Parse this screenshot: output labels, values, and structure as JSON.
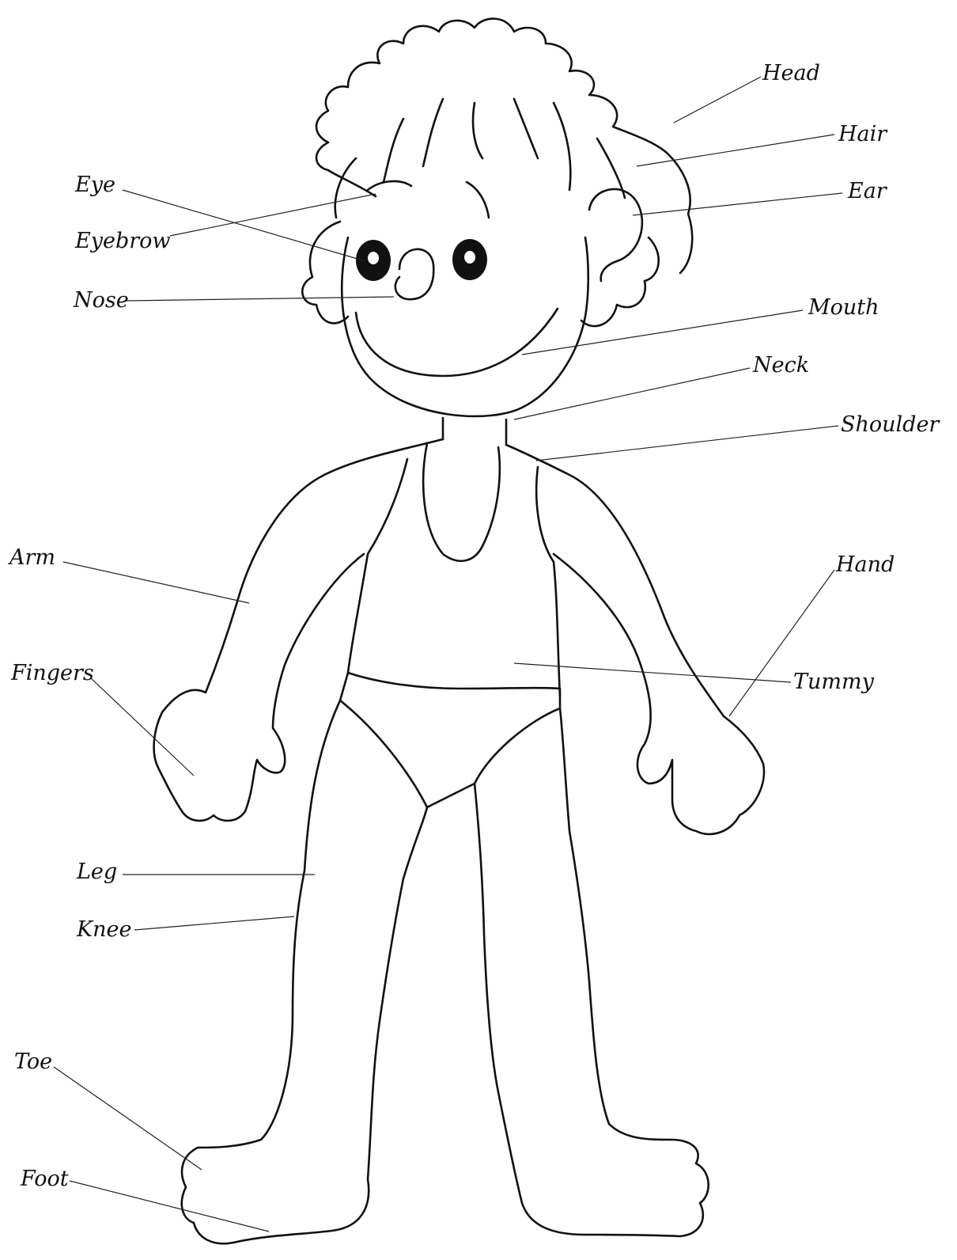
{
  "labels": {
    "head": "Head",
    "hair": "Hair",
    "ear": "Ear",
    "eye": "Eye",
    "eyebrow": "Eyebrow",
    "nose": "Nose",
    "mouth": "Mouth",
    "neck": "Neck",
    "shoulder": "Shoulder",
    "arm": "Arm",
    "hand": "Hand",
    "fingers": "Fingers",
    "tummy": "Tummy",
    "leg": "Leg",
    "knee": "Knee",
    "toe": "Toe",
    "foot": "Foot"
  }
}
